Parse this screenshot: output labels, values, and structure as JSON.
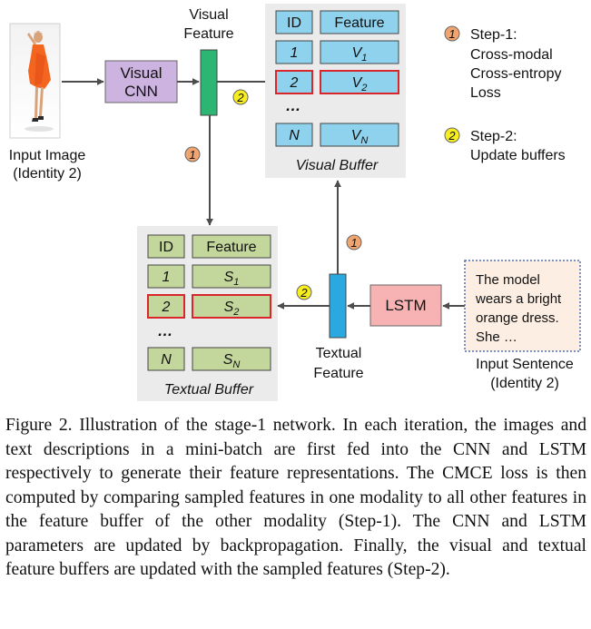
{
  "input_image": {
    "label_line1": "Input Image",
    "label_line2": "(Identity 2)"
  },
  "visual_cnn": {
    "line1": "Visual",
    "line2": "CNN"
  },
  "visual_feature": {
    "line1": "Visual",
    "line2": "Feature"
  },
  "textual_feature": {
    "line1": "Textual",
    "line2": "Feature"
  },
  "lstm": {
    "label": "LSTM"
  },
  "input_sentence": {
    "text_lines": [
      "The model",
      "wears a bright",
      "orange dress.",
      "She …"
    ],
    "label_line1": "Input Sentence",
    "label_line2": "(Identity 2)"
  },
  "visual_buffer": {
    "title": "Visual Buffer",
    "header_id": "ID",
    "header_feature": "Feature",
    "rows": [
      {
        "id": "1",
        "feature": "V",
        "sub": "1",
        "highlight": false
      },
      {
        "id": "2",
        "feature": "V",
        "sub": "2",
        "highlight": true
      },
      {
        "id": "N",
        "feature": "V",
        "sub": "N",
        "highlight": false
      }
    ],
    "ellipsis": "…"
  },
  "textual_buffer": {
    "title": "Textual Buffer",
    "header_id": "ID",
    "header_feature": "Feature",
    "rows": [
      {
        "id": "1",
        "feature": "S",
        "sub": "1",
        "highlight": false
      },
      {
        "id": "2",
        "feature": "S",
        "sub": "2",
        "highlight": true
      },
      {
        "id": "N",
        "feature": "S",
        "sub": "N",
        "highlight": false
      }
    ],
    "ellipsis": "…"
  },
  "markers": {
    "step1": "1",
    "step2": "2"
  },
  "legend": {
    "step1_lines": [
      "Step-1:",
      "Cross-modal",
      "Cross-entropy",
      "Loss"
    ],
    "step2_lines": [
      "Step-2:",
      "Update buffers"
    ]
  },
  "colors": {
    "buffer_bg": "#ebebeb",
    "visual_cell": "#8fd2ed",
    "textual_cell": "#c3d69b",
    "highlight_border": "#d9262b",
    "cnn_fill": "#ccb3e0",
    "lstm_fill": "#f7b3b3",
    "visual_feature_bar": "#2db673",
    "textual_feature_bar": "#2aa8e0",
    "step1_marker": "#f2a46f",
    "step2_marker": "#f7ee1e",
    "sentence_bg": "#fdeee3",
    "sentence_border": "#5470a8"
  },
  "caption": "Figure 2. Illustration of the stage-1 network. In each iteration, the images and text descriptions in a mini-batch are first fed into the CNN and LSTM respectively to generate their feature representations. The CMCE loss is then computed by comparing sampled features in one modality to all other features in the feature buffer of the other modality (Step-1). The CNN and LSTM parameters are updated by backpropagation. Finally, the visual and textual feature buffers are updated with the sampled features (Step-2)."
}
